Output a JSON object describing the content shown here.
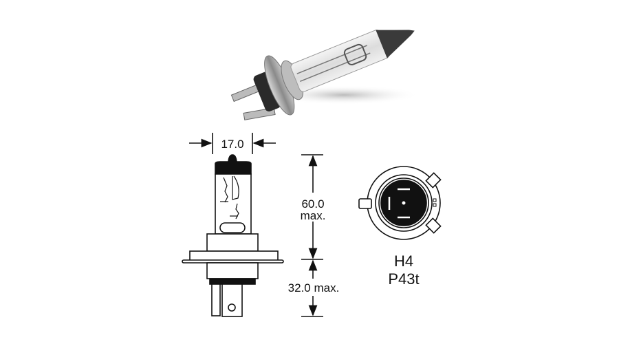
{
  "diagram": {
    "width_dimension": "17.0",
    "glass_height_value": "60.0",
    "glass_height_suffix": "max.",
    "base_height": "32.0 max.",
    "bulb_type": "H4",
    "base_type": "P43t"
  },
  "colors": {
    "line": "#111111",
    "background": "#ffffff"
  }
}
